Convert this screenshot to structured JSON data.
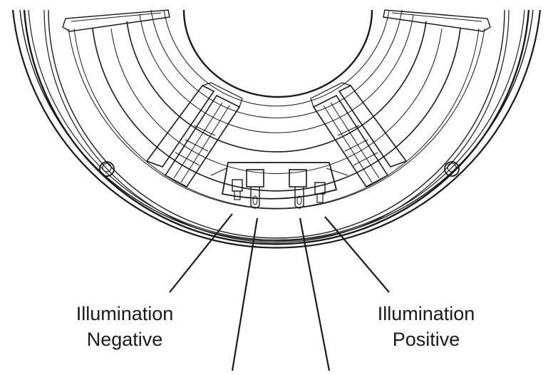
{
  "labels": {
    "illumination_negative": {
      "line1": "Illumination",
      "line2": "Negative"
    },
    "illumination_positive": {
      "line1": "Illumination",
      "line2": "Positive"
    }
  },
  "colors": {
    "line": "#1a1a1a",
    "background": "#ffffff"
  }
}
